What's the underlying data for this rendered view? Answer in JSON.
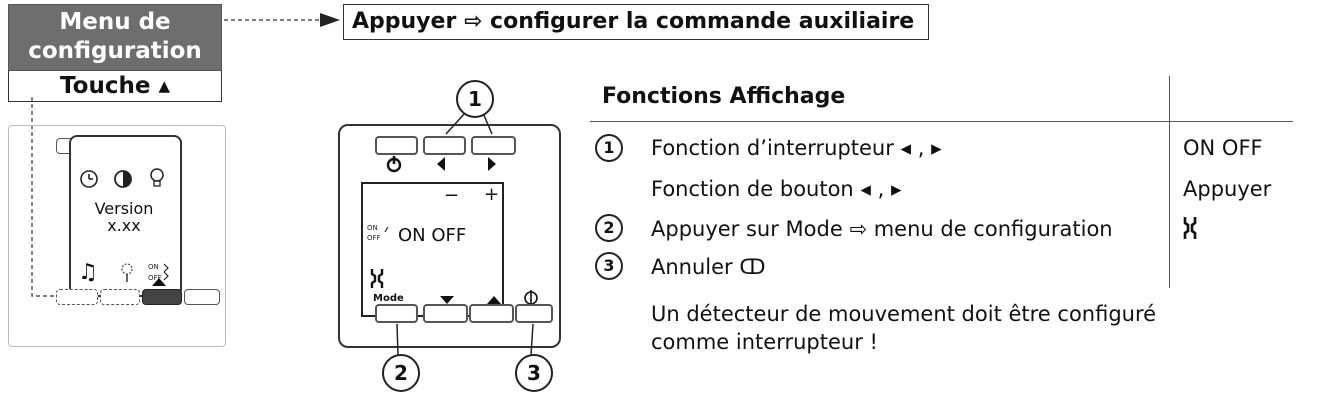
{
  "menu": {
    "title_line1": "Menu de",
    "title_line2": "configuration",
    "key_label": "Touche ▴"
  },
  "headline": "Appuyer ⇨ configurer la commande auxiliaire",
  "left_device": {
    "lcd_line1": "Version",
    "lcd_line2": "x.xx"
  },
  "mid_device": {
    "minus": "−",
    "plus": "+",
    "display_value": "ON OFF",
    "mode_label": "Mode",
    "callouts": [
      "1",
      "2",
      "3"
    ]
  },
  "functions": {
    "heading": "Fonctions Affichage",
    "rows": [
      {
        "num": "1",
        "text": "Fonction d’interrupteur ◂ , ▸",
        "value": "ON OFF"
      },
      {
        "num": "",
        "text": "Fonction de bouton ◂ , ▸",
        "value": "Appuyer"
      },
      {
        "num": "2",
        "text": "Appuyer sur Mode ⇨ menu de configuration",
        "value": ""
      },
      {
        "num": "3",
        "text": "Annuler ↀ",
        "value": ""
      }
    ],
    "note_line1": "Un détecteur de mouvement doit être configuré",
    "note_line2": "comme interrupteur !"
  }
}
